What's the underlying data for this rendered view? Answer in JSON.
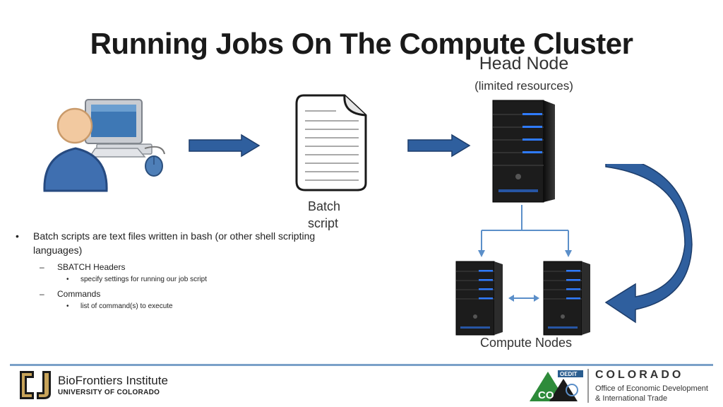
{
  "slide": {
    "title": "Running Jobs On The Compute Cluster",
    "head_node_label": "Head Node",
    "head_node_note": "(limited resources)",
    "batch_label_line1": "Batch",
    "batch_label_line2": "script",
    "compute_nodes_label": "Compute Nodes"
  },
  "bullets": {
    "main": "Batch scripts are text files written in bash (or other shell scripting languages)",
    "sub1": "SBATCH Headers",
    "sub1_detail": "specify settings for running our job script",
    "sub2": "Commands",
    "sub2_detail": "list of command(s) to execute"
  },
  "footer": {
    "institute": "BioFrontiers Institute",
    "university": "UNIVERSITY OF COLORADO",
    "logo_badge": "OEDIT",
    "logo_initials": "CO",
    "state_word": "COLORADO",
    "office_line1": "Office of Economic Development",
    "office_line2": "& International Trade"
  },
  "colors": {
    "arrow_blue": "#2f5f9e",
    "connector_blue": "#5b8fc9",
    "server_body": "#1c1c1c",
    "server_led": "#2f7bff",
    "footer_rule": "#7aa0c8",
    "co_green": "#2e8b3a"
  }
}
